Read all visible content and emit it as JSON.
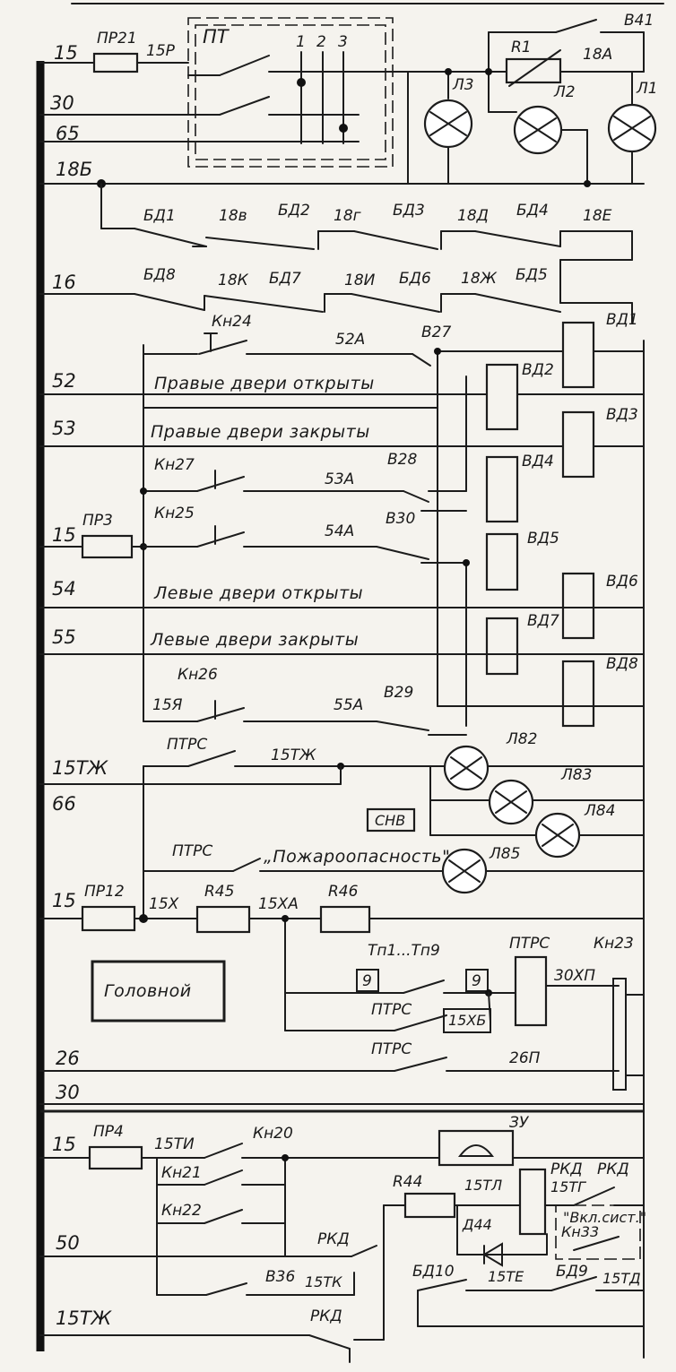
{
  "wires": {
    "w15a": "15",
    "w30a": "30",
    "w65": "65",
    "w18b": "18Б",
    "w16": "16",
    "w52": "52",
    "w53": "53",
    "w15b": "15",
    "w54": "54",
    "w55": "55",
    "w15tzh": "15ТЖ",
    "w66": "66",
    "w15c": "15",
    "w26": "26",
    "w30b": "30",
    "w15d": "15",
    "w50": "50",
    "w15tzh2": "15ТЖ"
  },
  "fuses": {
    "pr21": "ПР21",
    "pr3": "ПР3",
    "pr12": "ПР12",
    "pr4": "ПР4"
  },
  "labels": {
    "l15r": "15Р",
    "pt": "ПТ",
    "n1": "1",
    "n2": "2",
    "n3": "3",
    "v41": "В41",
    "r1": "R1",
    "l18a": "18А",
    "lamp_l1": "Л1",
    "lamp_l2": "Л2",
    "lamp_l3": "Л3",
    "bd1": "БД1",
    "l18v": "18в",
    "bd2": "БД2",
    "l18g": "18г",
    "bd3": "БД3",
    "l18d": "18Д",
    "bd4": "БД4",
    "l18e": "18Е",
    "bd8": "БД8",
    "l18k": "18К",
    "bd7": "БД7",
    "l18i": "18И",
    "bd6": "БД6",
    "l18zh": "18Ж",
    "bd5": "БД5",
    "kn24": "Кн24",
    "l52a": "52А",
    "v27": "В27",
    "vd1": "ВД1",
    "vd2": "ВД2",
    "vd3": "ВД3",
    "vd4": "ВД4",
    "vd5": "ВД5",
    "vd6": "ВД6",
    "vd7": "ВД7",
    "vd8": "ВД8",
    "kn27": "Кн27",
    "l53a": "53А",
    "v28": "В28",
    "kn25": "Кн25",
    "l54a": "54А",
    "v30": "В30",
    "kn26": "Кн26",
    "l15ya": "15Я",
    "l55a": "55А",
    "v29": "В29",
    "ptrs1": "ПТРС",
    "l15tzh": "15ТЖ",
    "lamp_l82": "Л82",
    "lamp_l83": "Л83",
    "lamp_l84": "Л84",
    "lamp_l85": "Л85",
    "snv": "СНВ",
    "ptrs2": "ПТРС",
    "l15x": "15Х",
    "r45": "R45",
    "l15xa": "15ХА",
    "r46": "R46",
    "tp": "Тп1...Тп9",
    "n9a": "9",
    "n9b": "9",
    "ptrs3": "ПТРС",
    "ptrs_coil": "ПТРС",
    "kn23": "Кн23",
    "l30xp": "30ХП",
    "l15xb": "15ХБ",
    "ptrs4": "ПТРС",
    "l26p": "26П",
    "l15ti": "15ТИ",
    "kn20": "Кн20",
    "kn21": "Кн21",
    "kn22": "Кн22",
    "zu": "ЗУ",
    "r44": "R44",
    "l15tl": "15ТЛ",
    "rkd1": "РКД",
    "rkd2": "РКД",
    "l15tg": "15ТГ",
    "d44": "Д44",
    "vkl": "\"Вкл.сист.\"",
    "kn33": "Кн33",
    "rkd3": "РКД",
    "v36": "В36",
    "l15tk": "15ТК",
    "bd10": "БД10",
    "l15te": "15ТЕ",
    "bd9": "БД9",
    "l15td": "15ТД",
    "rkd4": "РКД"
  },
  "texts": {
    "right_open": "Правые двери открыты",
    "right_closed": "Правые двери закрыты",
    "left_open": "Левые двери открыты",
    "left_closed": "Левые двери закрыты",
    "fire": "„Пожароопасность\"",
    "head": "Головной"
  }
}
